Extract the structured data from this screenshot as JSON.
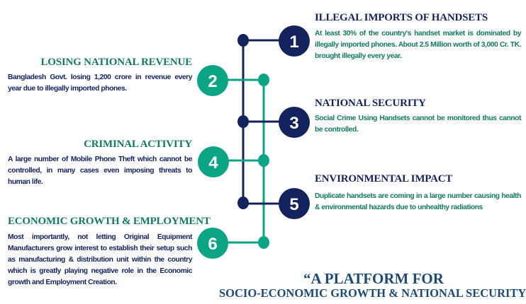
{
  "items": [
    {
      "number": "1",
      "title": "ILLEGAL IMPORTS OF HANDSETS",
      "text": "At least 30% of the country's handset market is dominated by illegally imported phones. About 2.5 Million worth of 3,000 Cr. TK. brought illegally every year."
    },
    {
      "number": "2",
      "title": "LOSING NATIONAL REVENUE",
      "text": "Bangladesh Govt. losing 1,200 crore in revenue every year due to illegally imported phones."
    },
    {
      "number": "3",
      "title": "NATIONAL SECURITY",
      "text": "Social Crime Using Handsets cannot be monitored thus cannot be controlled."
    },
    {
      "number": "4",
      "title": "CRIMINAL ACTIVITY",
      "text": "A large number of Mobile Phone Theft which cannot be controlled, in many cases even imposing threats to human life."
    },
    {
      "number": "5",
      "title": "ENVIRONMENTAL IMPACT",
      "text": "Duplicate handsets are coming in a large number causing health & environmental hazards due to unhealthy radiations"
    },
    {
      "number": "6",
      "title": "ECONOMIC GROWTH & EMPLOYMENT",
      "text": "Most importantly, not letting Original Equipment Manufacturers grow interest to establish their setup such as manufacturing & distribution unit within the country which is greatly playing negative role in the Economic growth and Employment Creation."
    }
  ],
  "tagline": {
    "line1": "“A PLATFORM FOR",
    "line2": "SOCIO-ECONOMIC GROWTH & NATIONAL SECURITY”"
  },
  "colors": {
    "navy": "#12235e",
    "green": "#0ba586",
    "heading_green": "#127a5e"
  }
}
